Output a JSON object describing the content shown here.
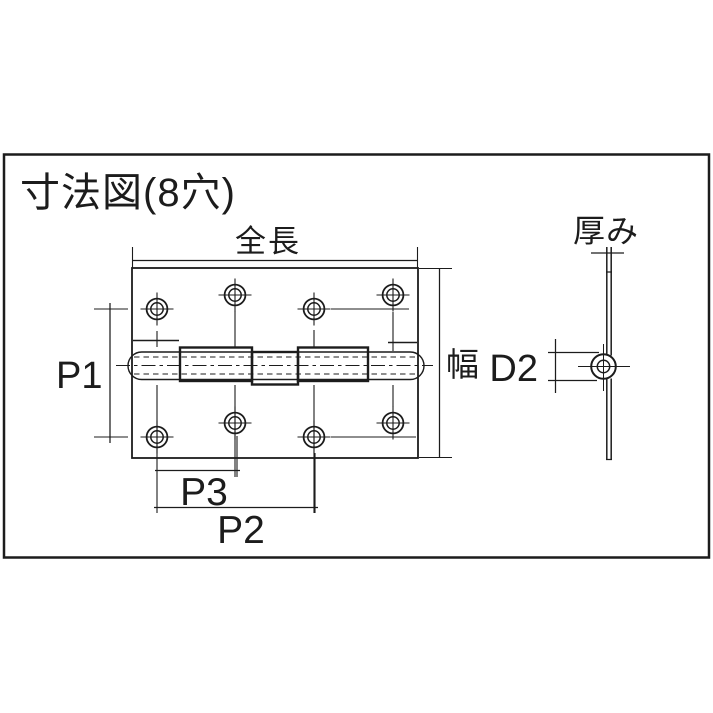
{
  "title": "寸法図(8穴)",
  "hole_count": 8,
  "colors": {
    "line": "#1c1c1c",
    "background": "#ffffff"
  },
  "labels": {
    "overall_length": "全長",
    "width": "幅",
    "thickness": "厚み",
    "pin_diameter": "D2",
    "pitch_p1": "P1",
    "pitch_p2": "P2",
    "pitch_p3": "P3"
  }
}
